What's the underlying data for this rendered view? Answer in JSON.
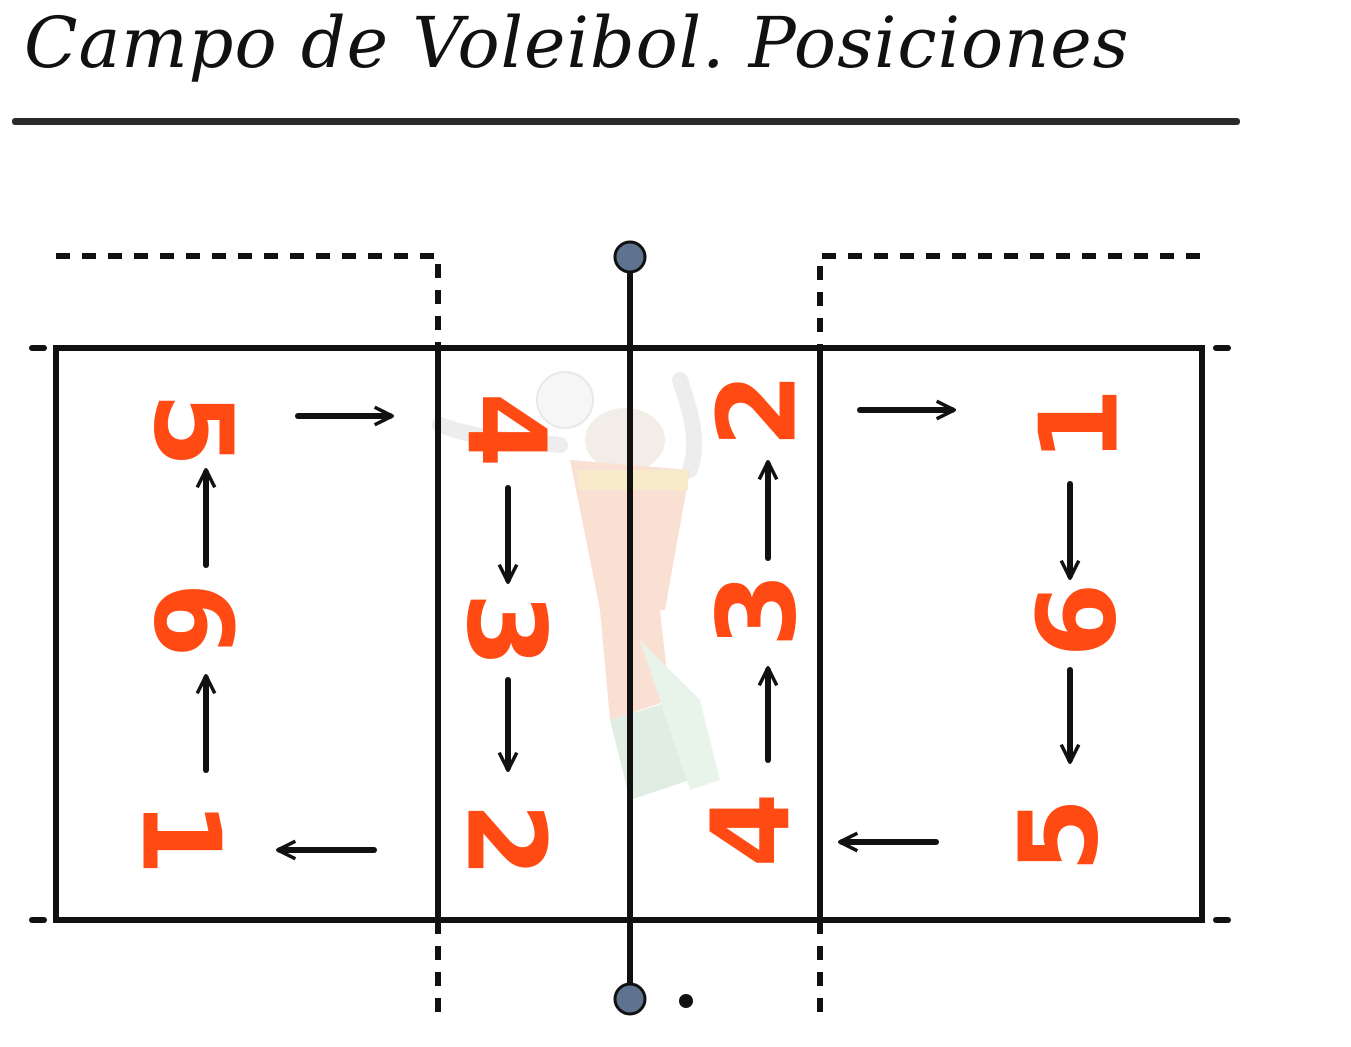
{
  "title": "Campo de Voleibol. Posiciones",
  "colors": {
    "numbers": "#ff4a14",
    "lines": "#111111",
    "net_posts": "#5f7390"
  },
  "left_court": {
    "back_row": [
      "5",
      "6",
      "1"
    ],
    "front_row": [
      "4",
      "3",
      "2"
    ]
  },
  "right_court": {
    "front_row": [
      "2",
      "3",
      "4"
    ],
    "back_row": [
      "1",
      "6",
      "5"
    ]
  },
  "rotation": "clockwise arrows between positions",
  "background_image": "volleyball-player-spiking-watermark"
}
